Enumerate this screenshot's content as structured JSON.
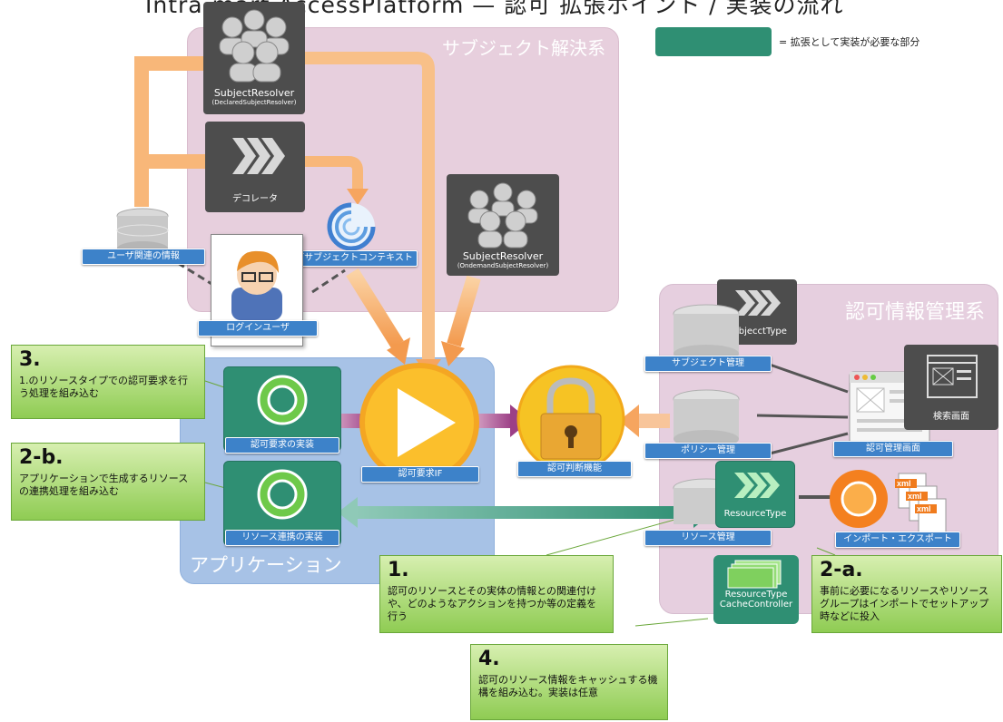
{
  "title": "Intra-mart AccessPlatform — 認可 拡張ポイント / 実装の流れ",
  "legend": {
    "label": "= 拡張として実装が必要な部分"
  },
  "regions": {
    "subject": "サブジェクト解決系",
    "authz": "認可情報管理系",
    "app": "アプリケーション"
  },
  "subject": {
    "resolver_declared_name": "SubjectResolver",
    "resolver_declared_sub": "(DeclaredSubjectResolver)",
    "decorator": "デコレータ",
    "user_info": "ユーザ関連の情報",
    "context": "認可サブジェクトコンテキスト",
    "login_user": "ログインユーザ",
    "resolver_ondemand_name": "SubjectResolver",
    "resolver_ondemand_sub": "(OndemandSubjectResolver)"
  },
  "app": {
    "request_impl": "認可要求の実装",
    "resource_impl": "リソース連携の実装",
    "request_if": "認可要求IF"
  },
  "center": {
    "decision": "認可判断機能"
  },
  "authz": {
    "subject_type": "SubjecctType",
    "subject_mgmt": "サブジェクト管理",
    "policy_mgmt": "ポリシー管理",
    "resource_type": "ResourceType",
    "resource_mgmt": "リソース管理",
    "admin_screen": "認可管理画面",
    "search_screen": "検索画面",
    "import_export": "インポート・エクスポート",
    "cache_controller_1": "ResourceType",
    "cache_controller_2": "CacheController",
    "xml": "xml"
  },
  "notes": {
    "n3": {
      "num": "3.",
      "text": "1.のリソースタイプでの認可要求を行う処理を組み込む"
    },
    "n2b": {
      "num": "2-b.",
      "text": "アプリケーションで生成するリソースの連携処理を組み込む"
    },
    "n1": {
      "num": "1.",
      "text": "認可のリソースとその実体の情報との関連付けや、どのようなアクションを持つか等の定義を行う"
    },
    "n2a": {
      "num": "2-a.",
      "text": "事前に必要になるリソースやリソースグループはインポートでセットアップ時などに投入"
    },
    "n4": {
      "num": "4.",
      "text": "認可のリソース情報をキャッシュする機構を組み込む。実装は任意"
    }
  },
  "colors": {
    "green": "#2f8f73",
    "note": "#8fcc53",
    "tag": "#3d82c9",
    "arrow_orange": "#f6a55f",
    "arrow_purple": "#a2538f"
  }
}
